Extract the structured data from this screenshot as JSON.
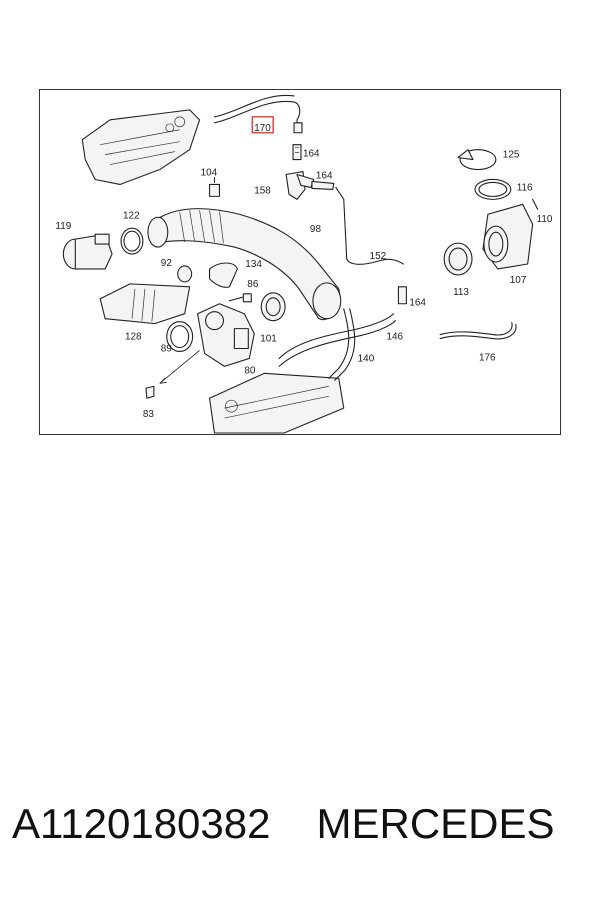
{
  "diagram": {
    "highlight_color": "#e23b3b",
    "callouts": {
      "c170": "170",
      "c164a": "164",
      "c164b": "164",
      "c164c": "164",
      "c104": "104",
      "c158": "158",
      "c125": "125",
      "c116": "116",
      "c110": "110",
      "c119": "119",
      "c122": "122",
      "c98": "98",
      "c152": "152",
      "c92": "92",
      "c134": "134",
      "c86": "86",
      "c113": "113",
      "c107": "107",
      "c128": "128",
      "c101": "101",
      "c146": "146",
      "c89": "89",
      "c140": "140",
      "c176": "176",
      "c80": "80",
      "c83": "83"
    }
  },
  "footer": {
    "part_number": "A1120180382",
    "brand": "MERCEDES"
  }
}
